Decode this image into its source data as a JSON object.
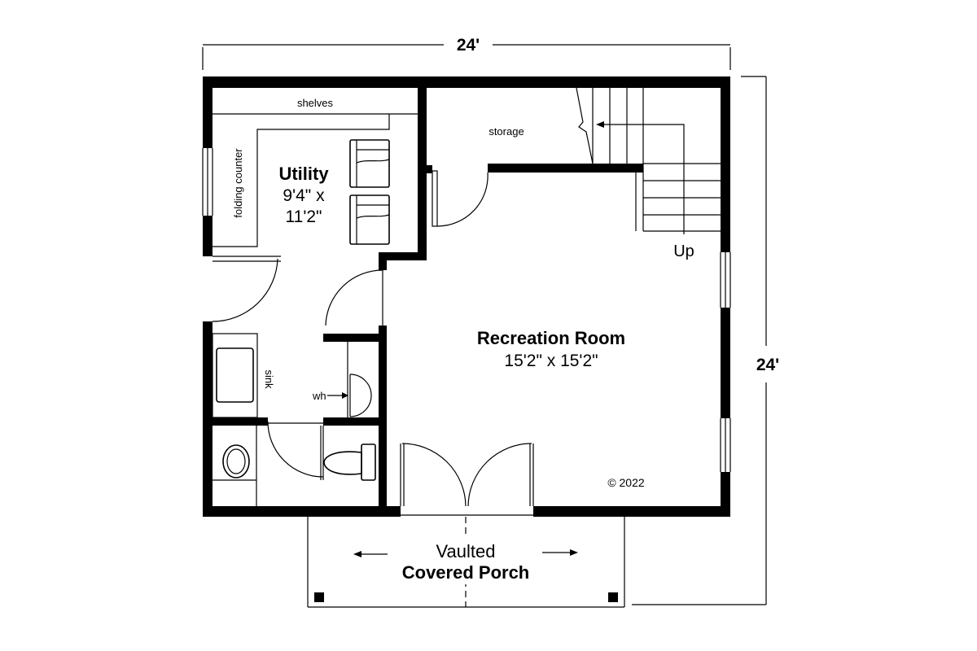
{
  "dimensions": {
    "width": "24'",
    "depth": "24'"
  },
  "rooms": {
    "utility": {
      "name": "Utility",
      "size_line1": "9'4\" x",
      "size_line2": "11'2\""
    },
    "recreation": {
      "name": "Recreation Room",
      "size": "15'2\" x 15'2\""
    },
    "porch": {
      "line1": "Vaulted",
      "line2": "Covered Porch"
    }
  },
  "labels": {
    "shelves": "shelves",
    "folding_counter": "folding counter",
    "storage": "storage",
    "sink": "sink",
    "wh": "wh",
    "stairs": "Up",
    "copyright": "© 2022"
  }
}
